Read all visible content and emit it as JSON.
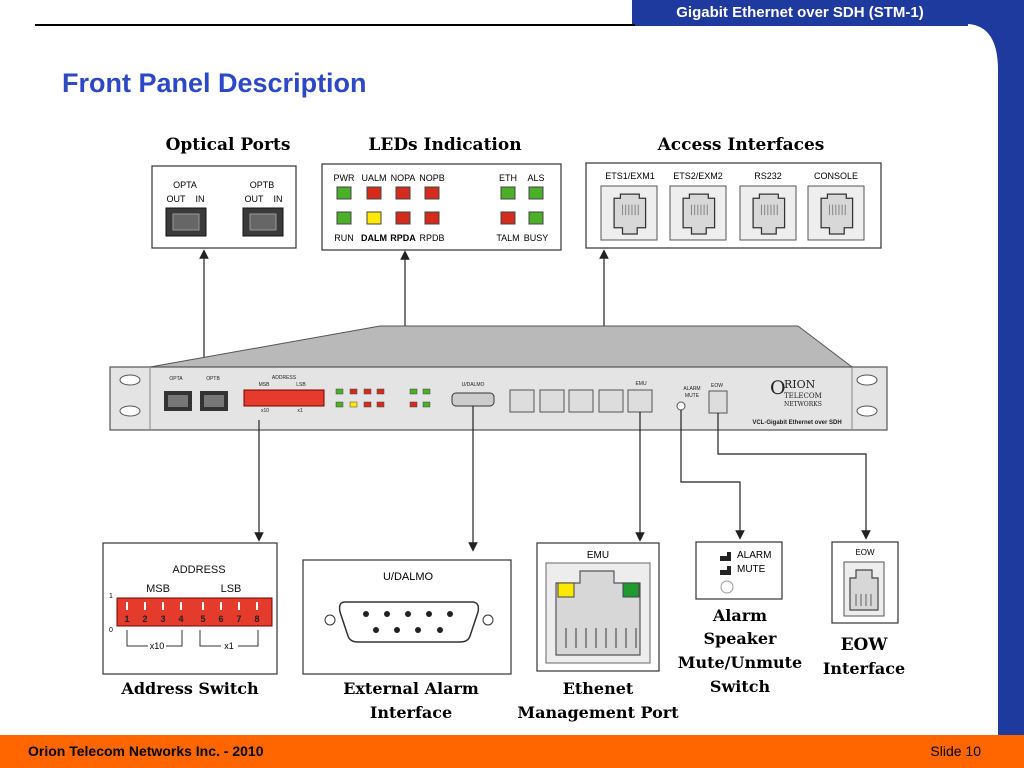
{
  "header": {
    "title": "Gigabit Ethernet over SDH (STM-1)"
  },
  "slide_title": "Front Panel Description",
  "footer": {
    "left": "Orion Telecom Networks Inc. - 2010",
    "right": "Slide 10"
  },
  "colors": {
    "header_bg": "#1f3a9e",
    "title": "#2c48c6",
    "footer_bg": "#ff6600",
    "right_bar": "#1f3a9e",
    "led_green": "#4caf2a",
    "led_red": "#d42b1d",
    "led_yellow": "#ffe800"
  },
  "sections": {
    "optical_ports": {
      "title": "Optical Ports",
      "port_a": "OPTA",
      "port_b": "OPTB",
      "out": "OUT",
      "in": "IN"
    },
    "leds": {
      "title": "LEDs Indication",
      "top_row": [
        "PWR",
        "UALM",
        "NOPA",
        "NOPB",
        "ETH",
        "ALS"
      ],
      "bottom_row": [
        "RUN",
        "DALM",
        "RPDA",
        "RPDB",
        "TALM",
        "BUSY"
      ]
    },
    "access": {
      "title": "Access Interfaces",
      "ports": [
        "ETS1/EXM1",
        "ETS2/EXM2",
        "RS232",
        "CONSOLE"
      ]
    }
  },
  "chassis": {
    "address": "ADDRESS",
    "msb": "MSB",
    "lsb": "LSB",
    "udalmo": "U/DALMO",
    "emu": "EMU",
    "alarm": "ALARM",
    "mute": "MUTE",
    "eow": "EOW",
    "logo": "RION",
    "logo_o": "O",
    "logo_sub1": "TELECOM",
    "logo_sub2": "NETWORKS",
    "product": "VCL-Gigabit Ethernet over SDH",
    "x10": "x10",
    "x1": "x1"
  },
  "details": {
    "address_switch": {
      "heading": "ADDRESS",
      "msb": "MSB",
      "lsb": "LSB",
      "one": "1",
      "zero": "0",
      "numbers": [
        "1",
        "2",
        "3",
        "4",
        "5",
        "6",
        "7",
        "8"
      ],
      "x10": "x10",
      "x1": "x1",
      "caption": "Address Switch"
    },
    "external_alarm": {
      "heading": "U/DALMO",
      "caption_line1": "External Alarm",
      "caption_line2": "Interface"
    },
    "ethernet": {
      "heading": "EMU",
      "caption_line1": "Ethenet",
      "caption_line2": "Management Port"
    },
    "alarm_switch": {
      "alarm": "ALARM",
      "mute": "MUTE",
      "caption_line1": "Alarm",
      "caption_line2": "Speaker",
      "caption_line3": "Mute/Unmute",
      "caption_line4": "Switch"
    },
    "eow": {
      "heading": "EOW",
      "caption_line1": "EOW",
      "caption_line2": "Interface"
    }
  }
}
